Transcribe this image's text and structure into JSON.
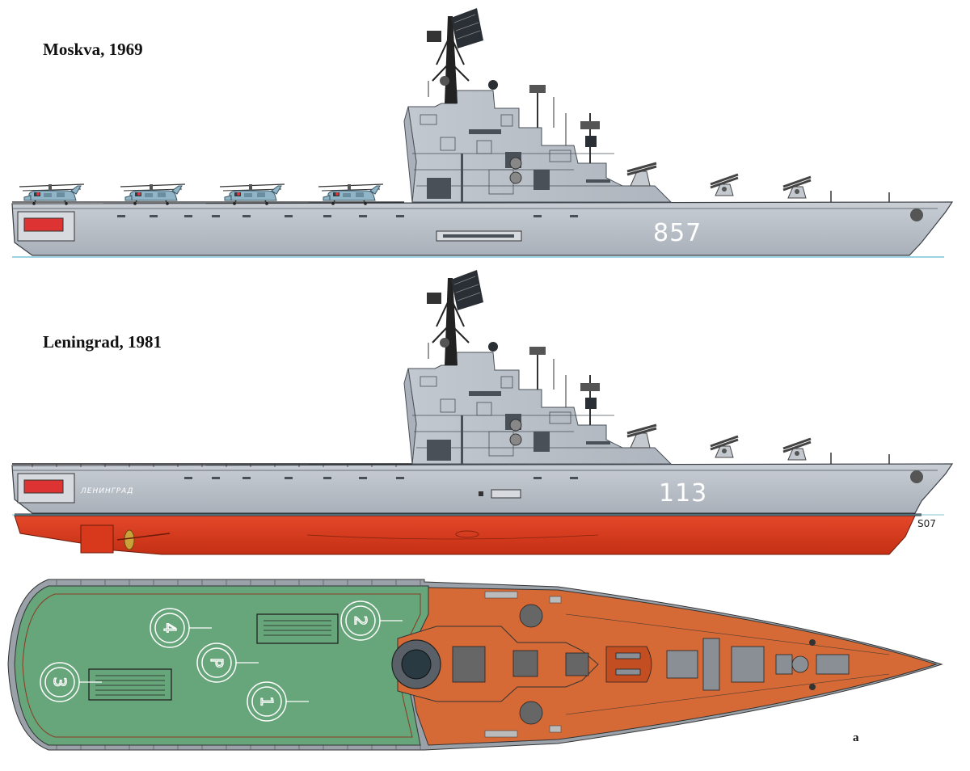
{
  "profiles": [
    {
      "label": "Moskva, 1969",
      "hull_number": "857"
    },
    {
      "label": "Leningrad, 1981",
      "hull_number": "113",
      "hull_name": "ЛЕНИНГРАД"
    }
  ],
  "plan_view": {
    "helipad_numbers": [
      "4",
      "2",
      "P",
      "3",
      "1"
    ]
  },
  "artist_signature": "S07",
  "figure_letter": "a",
  "colors": {
    "hull_grey": "#b7bdc5",
    "superstructure_grey": "#c4c9d0",
    "antifouling_red": "#d8391c",
    "flight_deck_green": "#67a57a",
    "deck_orange": "#d66a36",
    "waterline_blue": "#7ec3d6",
    "helicopter_blue": "#8fb5c6"
  }
}
